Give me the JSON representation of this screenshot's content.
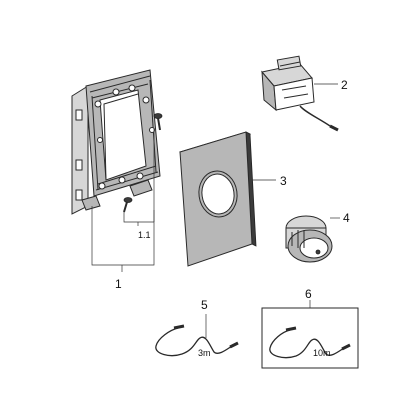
{
  "callouts": {
    "frame": "1",
    "screws": "1.1",
    "battery_box": "2",
    "cover_plate": "3",
    "sensor_unit": "4",
    "cable_short": "5",
    "cable_long": "6"
  },
  "cable_lengths": {
    "short": "3m",
    "long": "10m"
  }
}
